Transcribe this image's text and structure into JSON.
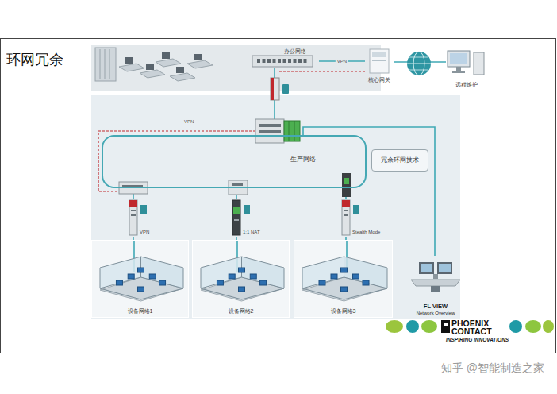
{
  "diagram": {
    "title": "环网冗余",
    "nodes": [
      {
        "text": [
          "办公网络"
        ]
      },
      {
        "text": [
          "核心网关"
        ]
      },
      {
        "text": [
          "远程维护"
        ]
      },
      {
        "text": [
          "生产网络"
        ]
      },
      {
        "text": [
          "冗余环网技术"
        ]
      },
      {
        "text": [
          "VPN"
        ]
      },
      {
        "text": [
          "1:1 NAT"
        ]
      },
      {
        "text": [
          "Stealth Mode"
        ]
      },
      {
        "text": [
          "设备网络1"
        ]
      },
      {
        "text": [
          "设备网络2"
        ]
      },
      {
        "text": [
          "设备网络3"
        ]
      },
      {
        "text": [
          "FL VIEW",
          "Network Overview"
        ]
      }
    ],
    "edges": [
      {
        "from": 0,
        "to": 1,
        "arrow": "none",
        "label": "VPN"
      },
      {
        "from": 1,
        "to": 2,
        "arrow": "none"
      },
      {
        "from": 0,
        "to": 3,
        "arrow": "none"
      },
      {
        "from": 3,
        "to": 5,
        "arrow": "none"
      },
      {
        "from": 3,
        "to": 6,
        "arrow": "none"
      },
      {
        "from": 3,
        "to": 7,
        "arrow": "none"
      },
      {
        "from": 5,
        "to": 8,
        "arrow": "none"
      },
      {
        "from": 6,
        "to": 9,
        "arrow": "none"
      },
      {
        "from": 7,
        "to": 10,
        "arrow": "none"
      },
      {
        "from": 3,
        "to": 11,
        "arrow": "none"
      }
    ],
    "labels": [
      "VPN",
      "PHOENIX CONTACT",
      "INSPIRING INNOVATIONS",
      "知乎 @智能制造之家"
    ]
  }
}
